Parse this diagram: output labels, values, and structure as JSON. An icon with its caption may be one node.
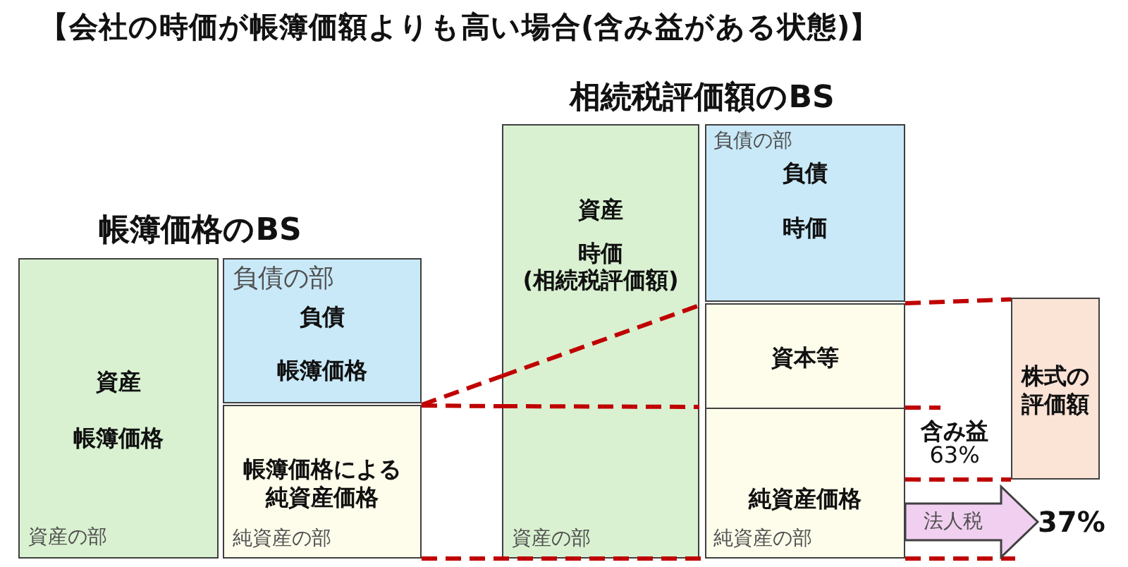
{
  "diagram": {
    "title": "【会社の時価が帳簿価額よりも高い場合(含み益がある状態)】",
    "nodes": [
      {
        "text": [
          "資産",
          "帳簿価格",
          "資産の部"
        ]
      },
      {
        "text": [
          "負債の部",
          "負債",
          "帳簿価格"
        ]
      },
      {
        "text": [
          "帳簿価格による純資産価格",
          "純資産の部"
        ]
      },
      {
        "text": [
          "資産",
          "時価",
          "(相続税評価額)",
          "資産の部"
        ]
      },
      {
        "text": [
          "負債の部",
          "負債",
          "時価"
        ]
      },
      {
        "text": [
          "資本等"
        ]
      },
      {
        "text": [
          "純資産価格",
          "純資産の部"
        ]
      },
      {
        "text": [
          "株式の評価額"
        ]
      },
      {
        "text": [
          "37%"
        ]
      }
    ],
    "edges": [
      {
        "from": 2,
        "to": 3,
        "arrow": "none",
        "style": "dashed"
      },
      {
        "from": 2,
        "to": 3,
        "arrow": "none",
        "style": "dashed"
      },
      {
        "from": 2,
        "to": 6,
        "arrow": "none",
        "style": "dashed"
      },
      {
        "from": 5,
        "to": 7,
        "arrow": "none",
        "style": "dashed"
      },
      {
        "from": 6,
        "to": null,
        "arrow": "none",
        "style": "dashed"
      },
      {
        "from": 6,
        "to": 7,
        "arrow": "none",
        "style": "dashed"
      },
      {
        "from": 6,
        "to": null,
        "arrow": "none",
        "style": "dashed"
      },
      {
        "from": 6,
        "to": 8,
        "arrow": "to",
        "label": "法人税",
        "style": "thick",
        "color": "#f1cff0"
      }
    ],
    "labels": [
      "相続税評価額のBS",
      "帳簿価格のBS",
      "含み益",
      "63%"
    ]
  }
}
